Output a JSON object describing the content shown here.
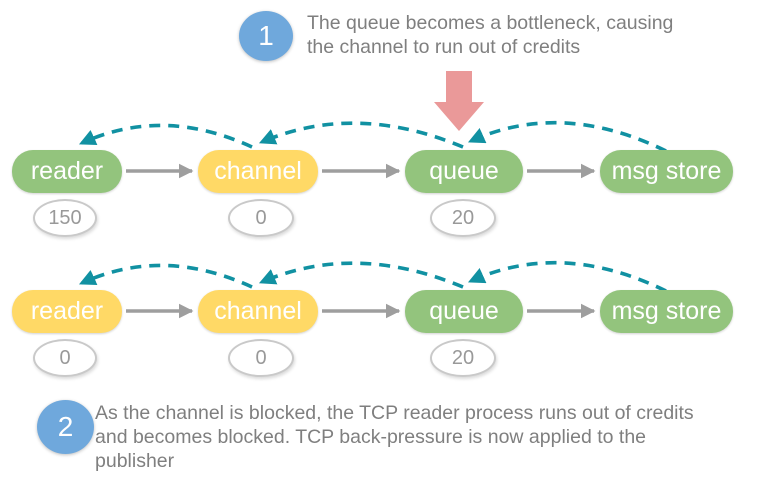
{
  "title": "Message queue back-pressure diagram",
  "colors": {
    "node_green": "#93c47d",
    "node_yellow": "#ffd966",
    "badge_blue": "#6fa8dc",
    "bottleneck_red": "#ea9999",
    "credit_arc_teal": "#1191a2",
    "flow_arrow_gray": "#9e9e9e",
    "text_gray": "#7f7f7f"
  },
  "callouts": [
    {
      "number": "1",
      "text": "The queue becomes a bottleneck, causing the channel to run out of credits",
      "lines": [
        "The queue becomes a bottleneck, causing",
        "the channel to run out of credits"
      ]
    },
    {
      "number": "2",
      "text": "As the channel is blocked, the TCP reader process runs out of credits and becomes blocked. TCP back-pressure is now applied to the publisher",
      "lines": [
        "As the channel is blocked, the TCP reader process runs out of credits",
        "and becomes blocked. TCP back-pressure is now applied to the",
        "publisher"
      ]
    }
  ],
  "rows": [
    {
      "nodes": [
        {
          "label": "reader",
          "color": "#93c47d",
          "credits": "150"
        },
        {
          "label": "channel",
          "color": "#ffd966",
          "credits": "0"
        },
        {
          "label": "queue",
          "color": "#93c47d",
          "credits": "20"
        },
        {
          "label": "msg store",
          "color": "#93c47d",
          "credits": null
        }
      ]
    },
    {
      "nodes": [
        {
          "label": "reader",
          "color": "#ffd966",
          "credits": "0"
        },
        {
          "label": "channel",
          "color": "#ffd966",
          "credits": "0"
        },
        {
          "label": "queue",
          "color": "#93c47d",
          "credits": "20"
        },
        {
          "label": "msg store",
          "color": "#93c47d",
          "credits": null
        }
      ]
    }
  ]
}
